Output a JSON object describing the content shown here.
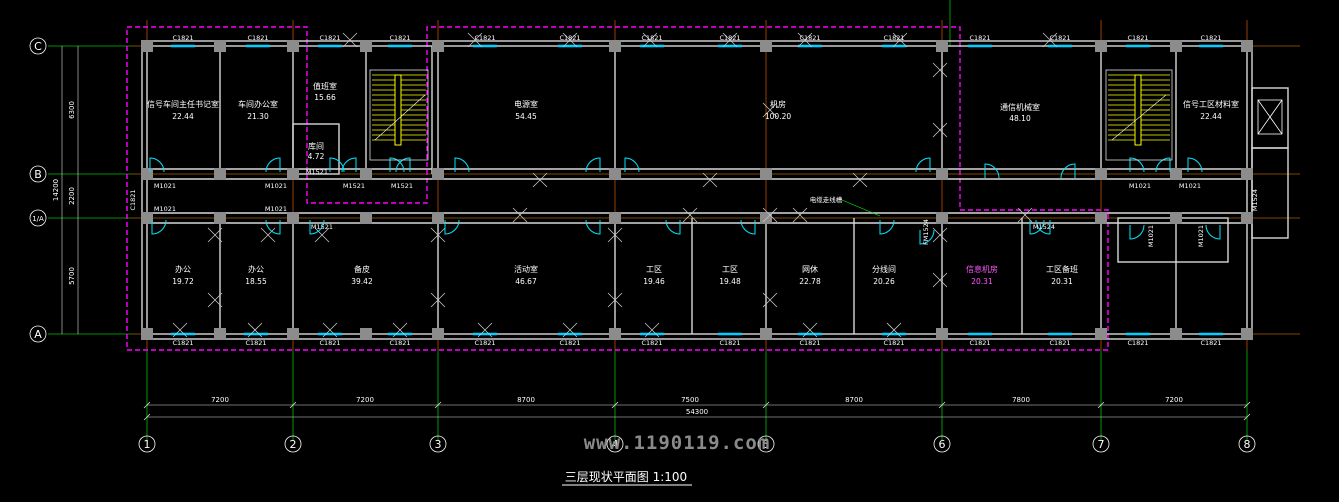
{
  "drawing_title": "三层现状平面图 1:100",
  "watermark": "www.1190119.com",
  "axes_h": [
    "1",
    "2",
    "3",
    "4",
    "5",
    "6",
    "7",
    "8"
  ],
  "axes_v": [
    "C",
    "B",
    "1/A",
    "A"
  ],
  "dims_bottom": [
    "7200",
    "7200",
    "8700",
    "7500",
    "8700",
    "7800",
    "7200"
  ],
  "dim_total": "54300",
  "dims_left": [
    "6300",
    "2200",
    "5700"
  ],
  "dim_left_total": "14200",
  "rooms_top": [
    {
      "name": "信号车间主任书记室",
      "area": "22.44"
    },
    {
      "name": "车间办公室",
      "area": "21.30"
    },
    {
      "name": "值班室",
      "area": "15.66"
    },
    {
      "name": "库间",
      "area": "4.72"
    },
    {
      "name": "电源室",
      "area": "54.45"
    },
    {
      "name": "机房",
      "area": "100.20"
    },
    {
      "name": "通信机械室",
      "area": "48.10"
    },
    {
      "name": "信号工区材料室",
      "area": "22.44"
    }
  ],
  "rooms_bottom": [
    {
      "name": "办公",
      "area": "19.72"
    },
    {
      "name": "办公",
      "area": "18.55"
    },
    {
      "name": "备皮",
      "area": "39.42"
    },
    {
      "name": "活动室",
      "area": "46.67"
    },
    {
      "name": "工区",
      "area": "19.46"
    },
    {
      "name": "工区",
      "area": "19.48"
    },
    {
      "name": "网休",
      "area": "22.78"
    },
    {
      "name": "分线间",
      "area": "20.26"
    },
    {
      "name": "信息机房",
      "area": "20.31"
    },
    {
      "name": "工区备班",
      "area": "20.31"
    }
  ],
  "window_label": "C1821",
  "door_labels": [
    "M1021",
    "M1521",
    "M1524",
    "FM1524",
    "C1821"
  ],
  "note_label": "电缆走线槽",
  "colors": {
    "wall": "#ffffff",
    "window": "#00d0ff",
    "magenta": "#ff00ff",
    "axis_line": "#00ff00",
    "red": "#ff0000",
    "stair": "#ffff00",
    "door": "#00e5ff"
  }
}
